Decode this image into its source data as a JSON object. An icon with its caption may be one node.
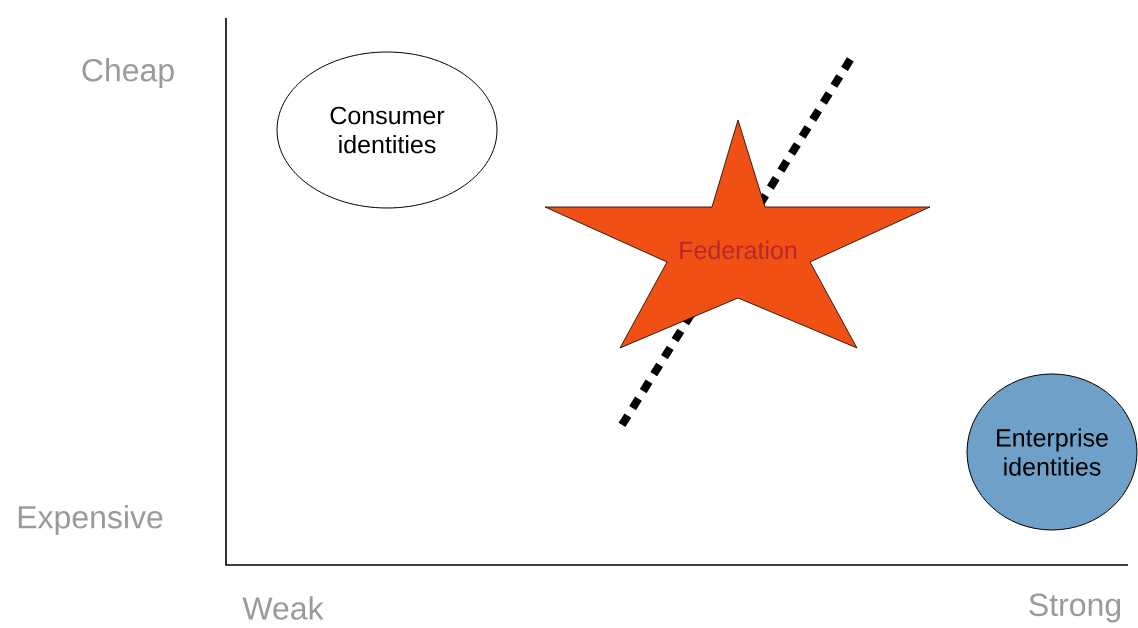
{
  "diagram": {
    "nodes": [
      {
        "text": [
          "Consumer identities"
        ]
      },
      {
        "text": [
          "Federation"
        ]
      },
      {
        "text": [
          "Enterprise identities"
        ]
      }
    ],
    "labels": [
      "Cheap",
      "Expensive",
      "Weak",
      "Strong"
    ]
  }
}
